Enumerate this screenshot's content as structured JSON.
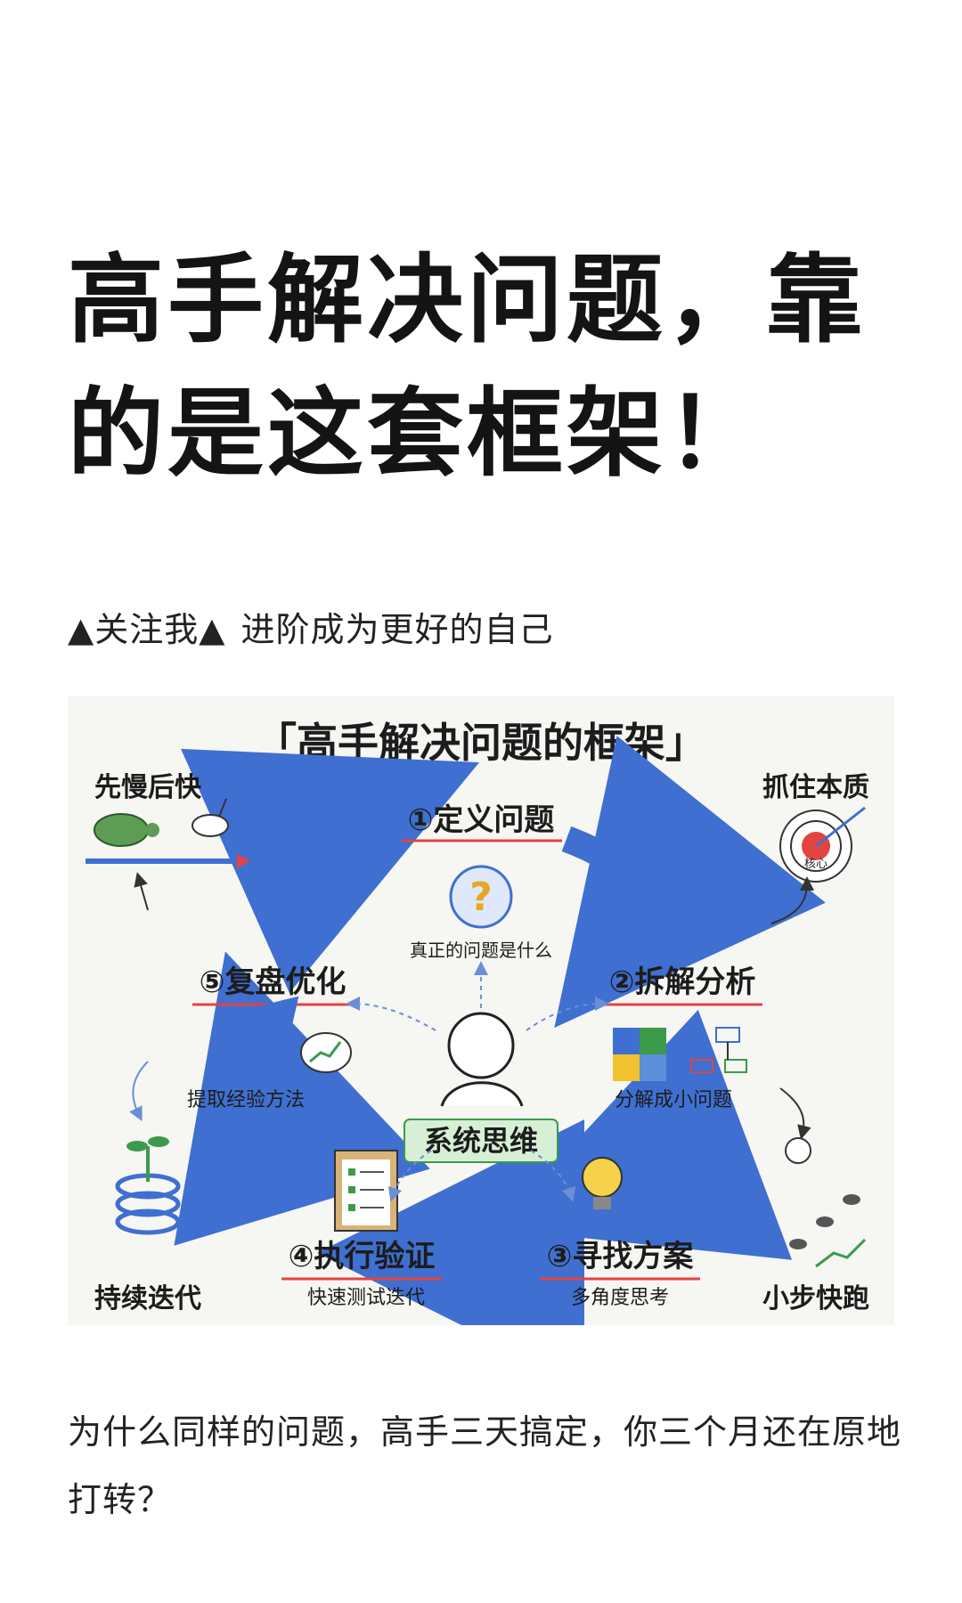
{
  "article": {
    "title": "高手解决问题，靠的是这套框架！",
    "follow_prefix": "▲关注我▲",
    "follow_text": "进阶成为更好的自己",
    "intro": "为什么同样的问题，高手三天搞定，你三个月还在原地打转？"
  },
  "figure": {
    "title": "「高手解决问题的框架」",
    "center_label": "系统思维",
    "steps": [
      {
        "label": "①定义问题",
        "sub": "真正的问题是什么",
        "icon": "question-bubble-icon"
      },
      {
        "label": "②拆解分析",
        "sub": "分解成小问题",
        "icon": "puzzle-flowchart-icon"
      },
      {
        "label": "③寻找方案",
        "sub": "多角度思考",
        "icon": "lightbulb-icon"
      },
      {
        "label": "④执行验证",
        "sub": "快速测试迭代",
        "icon": "clipboard-checklist-icon"
      },
      {
        "label": "⑤复盘优化",
        "sub": "提取经验方法",
        "icon": "refresh-cycle-icon"
      }
    ],
    "corners": [
      {
        "label": "先慢后快",
        "icon": "turtle-rabbit-icon"
      },
      {
        "label": "抓住本质",
        "icon": "target-icon",
        "badge": "核心"
      },
      {
        "label": "小步快跑",
        "icon": "footsteps-icon"
      },
      {
        "label": "持续迭代",
        "icon": "growing-sprout-icon"
      }
    ],
    "colors": {
      "blue": "#3f6fd0",
      "red": "#e2443f",
      "green": "#3c9a4a",
      "yellow": "#f0c22e"
    }
  }
}
